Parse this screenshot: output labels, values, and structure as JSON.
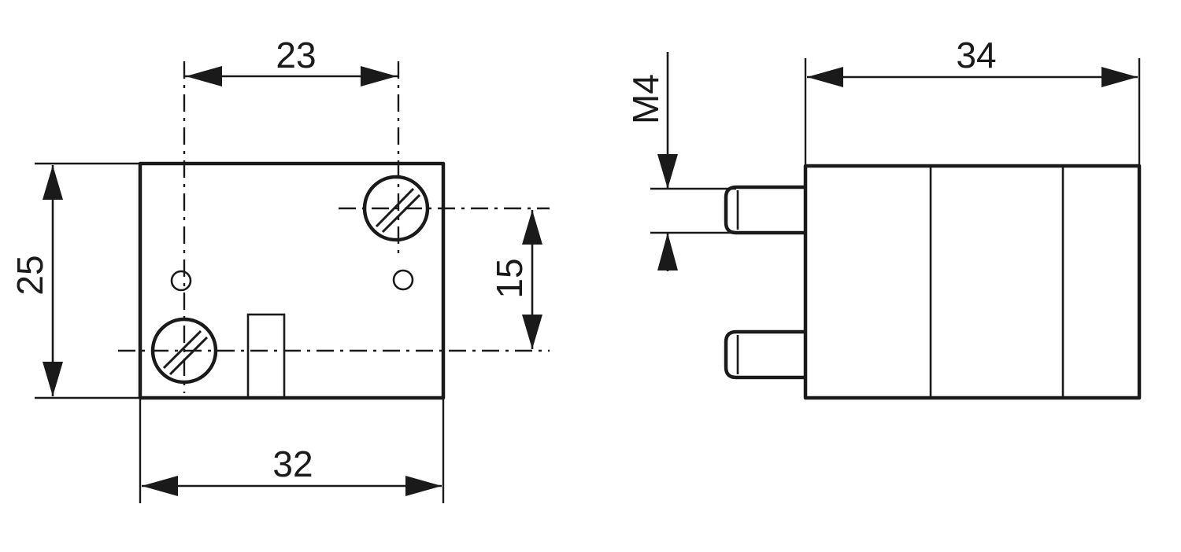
{
  "front_view": {
    "dim_hole_spacing": "23",
    "dim_height": "25",
    "dim_vertical_spacing": "15",
    "dim_width": "32"
  },
  "side_view": {
    "dim_thread": "M4",
    "dim_depth": "34"
  }
}
